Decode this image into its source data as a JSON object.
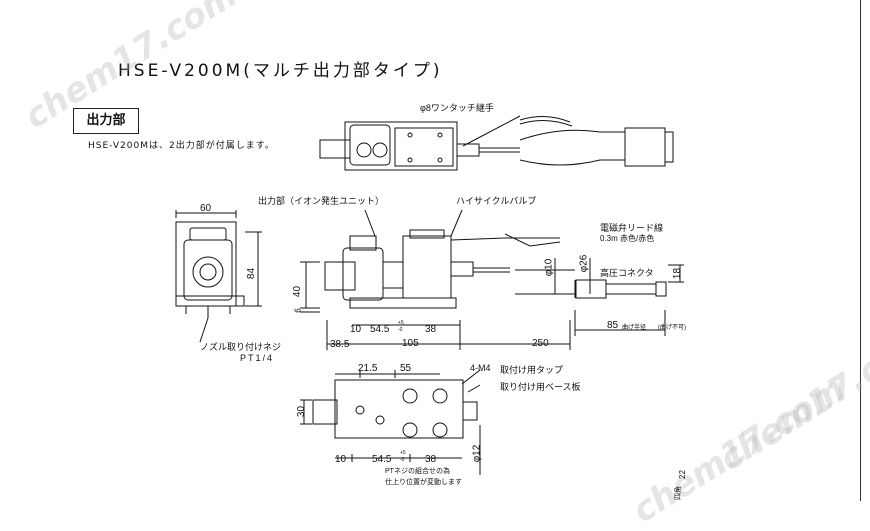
{
  "title": "HSE-V200M(マルチ出力部タイプ)",
  "section_label": "出力部",
  "description": "HSE-V200Mは、2出力部が付属します。",
  "watermarks": [
    "chem17.com",
    "chem17.com",
    "chem17.com"
  ],
  "labels": {
    "push_fitting": "φ8ワンタッチ継手",
    "output_unit": "出力部（イオン発生ユニット）",
    "hicycle_valve": "ハイサイクルバルブ",
    "solenoid_lead": "電磁弁リード線",
    "lead_spec": "0.3m 赤色/赤色",
    "hv_connector": "高圧コネクタ",
    "nozzle_screw": "ノズル取り付けネジ",
    "nozzle_thread": "PT1/4",
    "mount_tap": "取付け用タップ",
    "mount_plate": "取り付け用ベース板",
    "tap_size": "4-M4",
    "no_bend": "(曲げ不可)",
    "pt_note_1": "PTネジの組合せの為",
    "pt_note_2": "仕上り位置が変動します",
    "page_no": "22",
    "page_mark": "四角"
  },
  "dimensions": {
    "w60": "60",
    "h84": "84",
    "h40": "40",
    "d6": "6",
    "d10_top": "10",
    "d54_5_top": "54.5",
    "d38_top": "38",
    "d38_5": "38.5",
    "d105": "105",
    "d250": "250",
    "phi10": "φ10",
    "phi26": "φ26",
    "d18": "18",
    "d85": "85",
    "min_bend": "曲げ半径",
    "d21_5": "21.5",
    "d55": "55",
    "d30": "30",
    "d10_bot": "10",
    "d54_5_bot": "54.5",
    "d38_bot": "38",
    "phi12": "φ12",
    "tol_plus": "+5",
    "tol_minus": "-0"
  }
}
